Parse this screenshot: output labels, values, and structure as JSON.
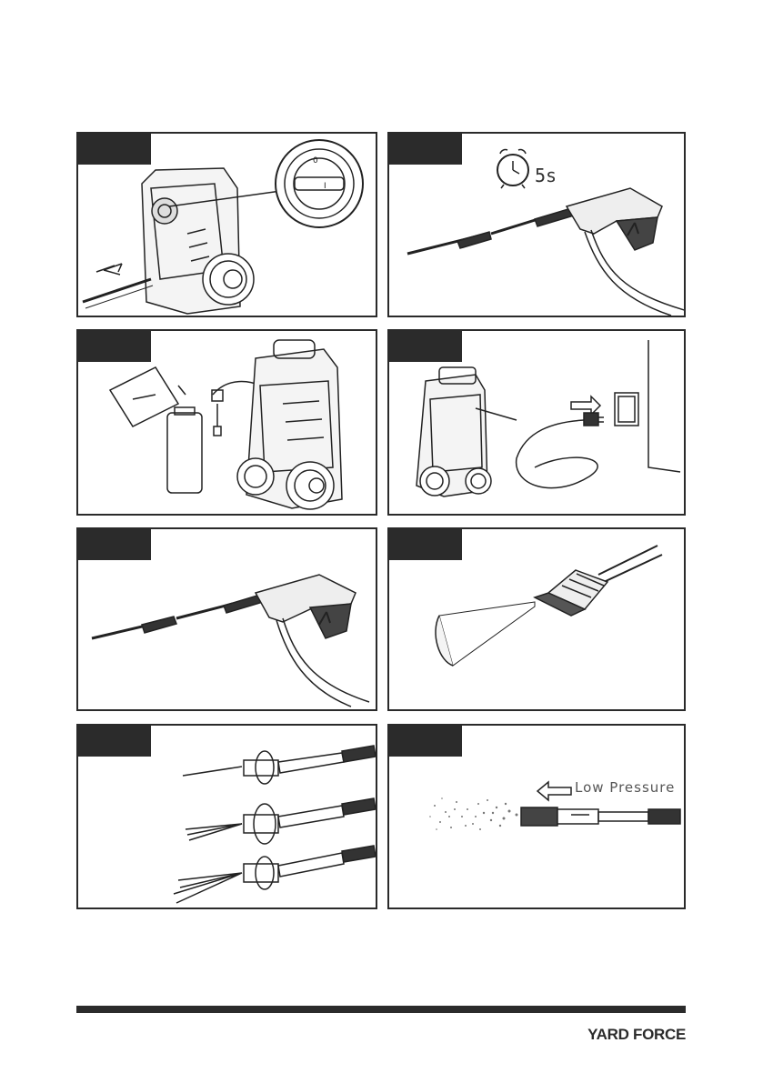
{
  "panels": {
    "timer": {
      "label": "5s"
    },
    "low_pressure": {
      "label": "Low Pressure"
    }
  },
  "footer": {
    "brand": "YARD FORCE"
  }
}
